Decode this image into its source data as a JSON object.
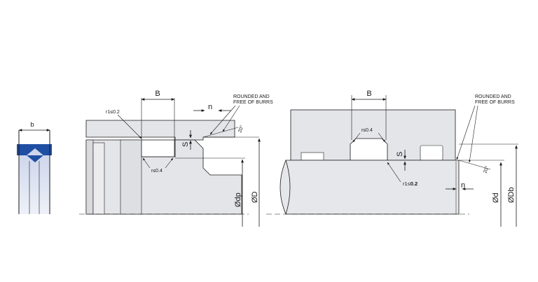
{
  "colors": {
    "seal_blue": "#1f4fa3",
    "seal_light": "#c6cfe6",
    "housing_fill": "#e2e3e6",
    "rod_fill": "#e6e7ea",
    "line": "#1a1a1a"
  },
  "seal_profile": {
    "b_label": "b"
  },
  "left_drawing": {
    "B_label": "B",
    "n_label": "n",
    "S_label": "S",
    "r1_label": "r1≤0.2",
    "r_label": "r≤0.4",
    "angle_label": "20°",
    "note_line1": "ROUNDED AND",
    "note_line2": "FREE OF BURRS",
    "dp_label": "Ødp",
    "D_label": "ØD"
  },
  "right_drawing": {
    "B_label": "B",
    "n_label": "n",
    "S_label": "S",
    "r_label": "r≤0.4",
    "r1_label_prefix": "r1≤",
    "r1_label_value": "0.2",
    "angle_label": "20°",
    "note_line1": "ROUNDED AND",
    "note_line2": "FREE OF BURRS",
    "d_label": "Ød",
    "Db_label": "ØDb"
  }
}
